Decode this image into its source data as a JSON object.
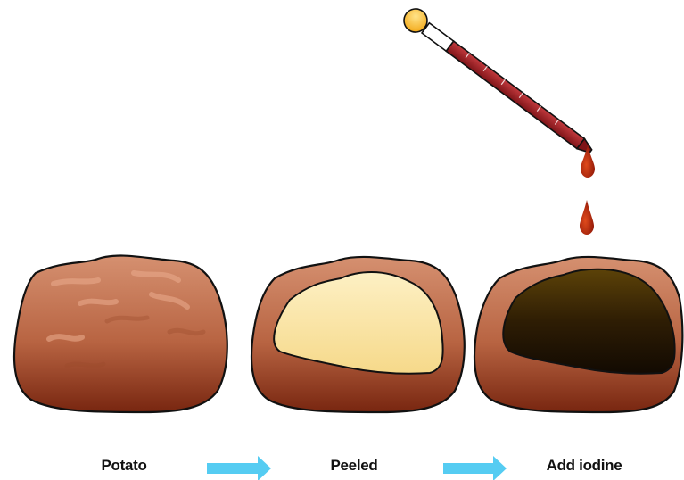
{
  "steps": [
    {
      "label": "Potato"
    },
    {
      "label": "Peeled"
    },
    {
      "label": "Add iodine"
    }
  ],
  "colors": {
    "potato_skin_light": "#cc8660",
    "potato_skin_dark": "#7a2a12",
    "peeled_flesh": "#fbe8a4",
    "iodine_stain": "#2c1a02",
    "iodine_drop": "#b01e0a",
    "arrow": "#55ccf2",
    "dropper_bulb": "#ffc83a",
    "dropper_tube": "#a8262c"
  },
  "icons": {
    "dropper": "dropper-icon",
    "arrow": "arrow-right-icon",
    "drop": "iodine-drop-icon"
  }
}
